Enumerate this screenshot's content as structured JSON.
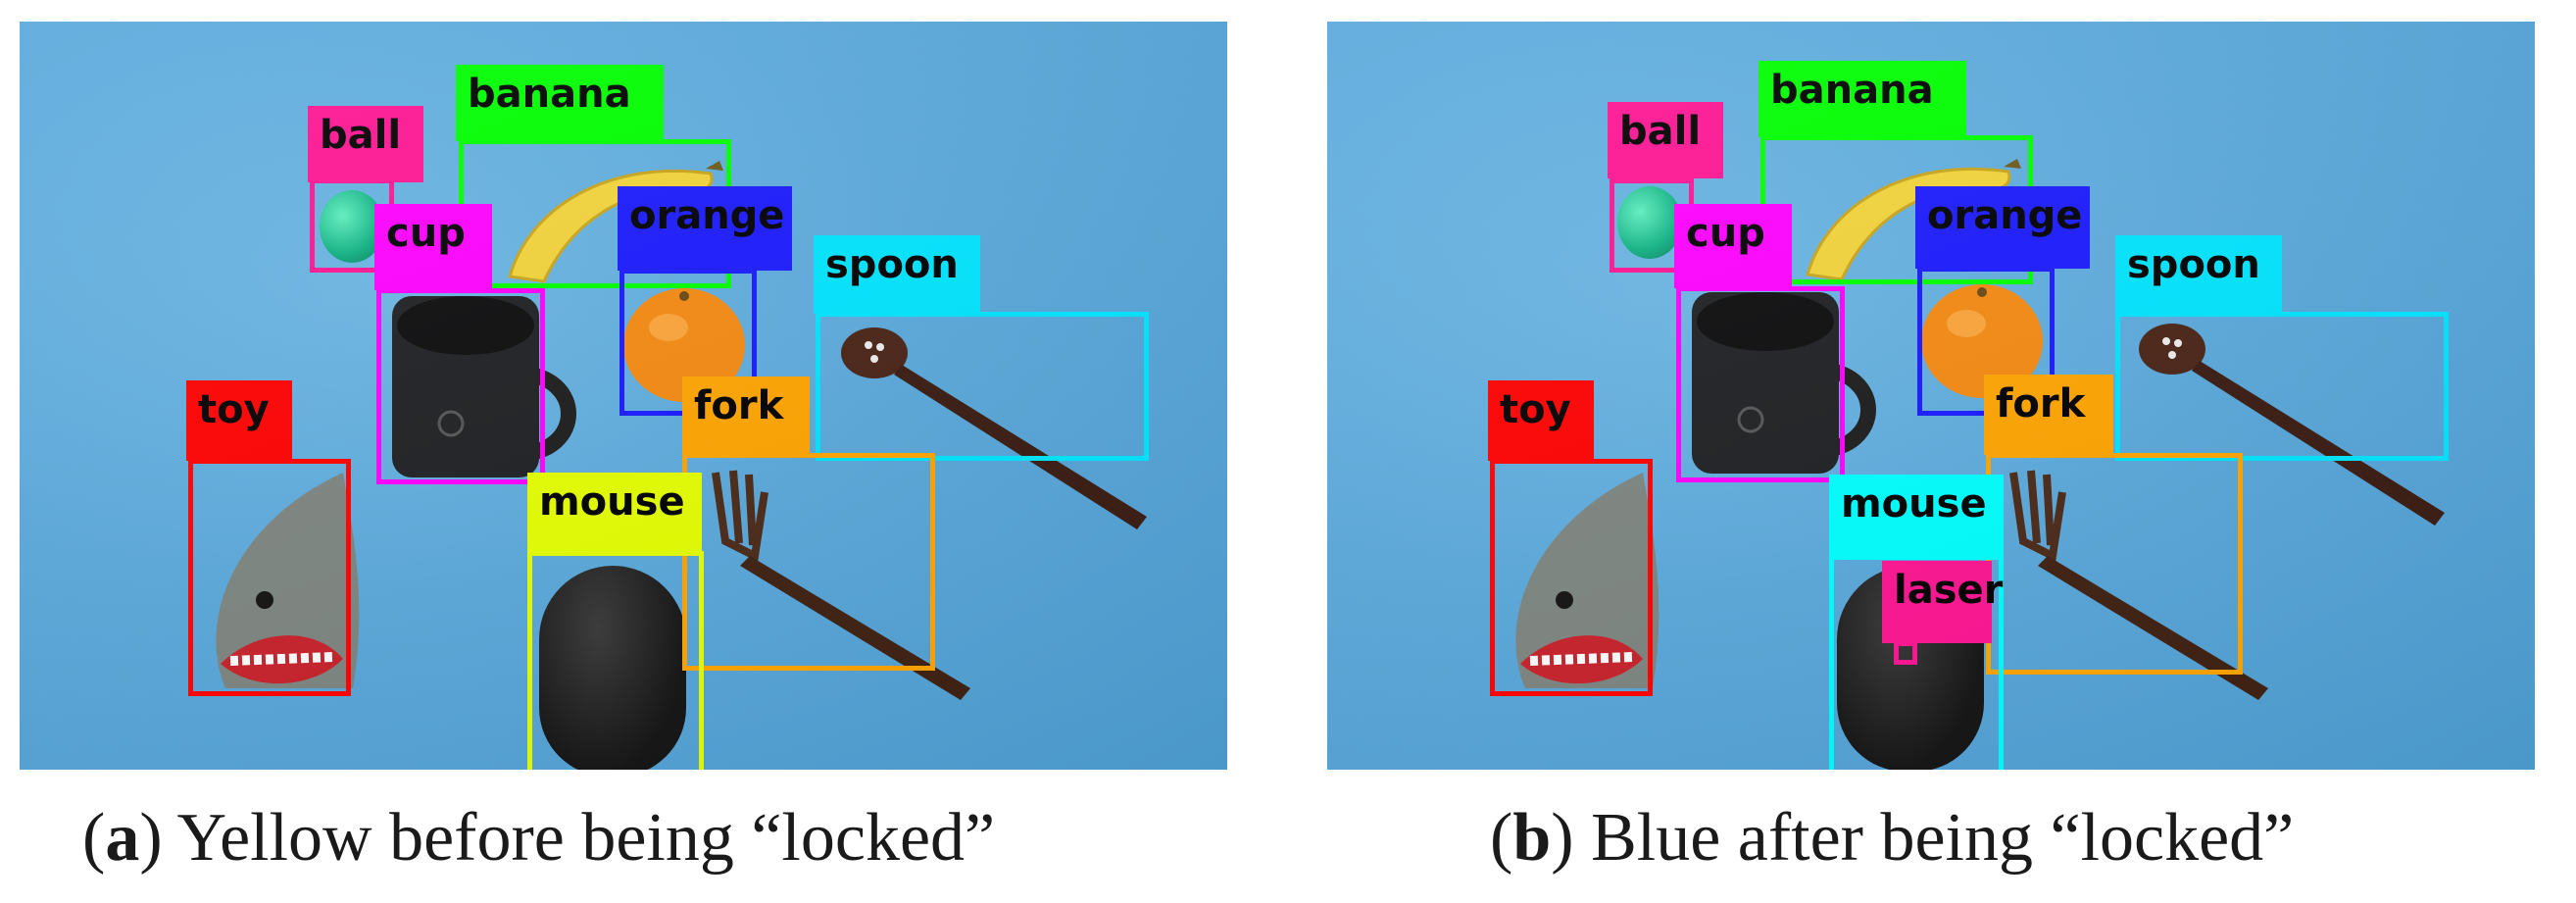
{
  "colors": {
    "background": "#5aa9dc",
    "red": "#ff0000",
    "magenta": "#ff1493",
    "violet": "#ff00ff",
    "green": "#00ff00",
    "blue": "#1a1aff",
    "cyan": "#00e5ff",
    "orange": "#ffa500",
    "yellow": "#e5ff00"
  },
  "panels": [
    {
      "caption": {
        "open": "(",
        "letter": "a",
        "close": ")",
        "text": " Yellow before being “locked”"
      },
      "labels": {
        "banana": "banana",
        "ball": "ball",
        "cup": "cup",
        "orange": "orange",
        "spoon": "spoon",
        "toy": "toy",
        "fork": "fork",
        "mouse": "mouse"
      },
      "mouse_box_color": "#e5ff00"
    },
    {
      "caption": {
        "open": "(",
        "letter": "b",
        "close": ")",
        "text": " Blue after being “locked”"
      },
      "labels": {
        "banana": "banana",
        "ball": "ball",
        "cup": "cup",
        "orange": "orange",
        "spoon": "spoon",
        "toy": "toy",
        "fork": "fork",
        "mouse": "mouse",
        "laser": "laser"
      },
      "mouse_box_color": "#00ffff"
    }
  ]
}
